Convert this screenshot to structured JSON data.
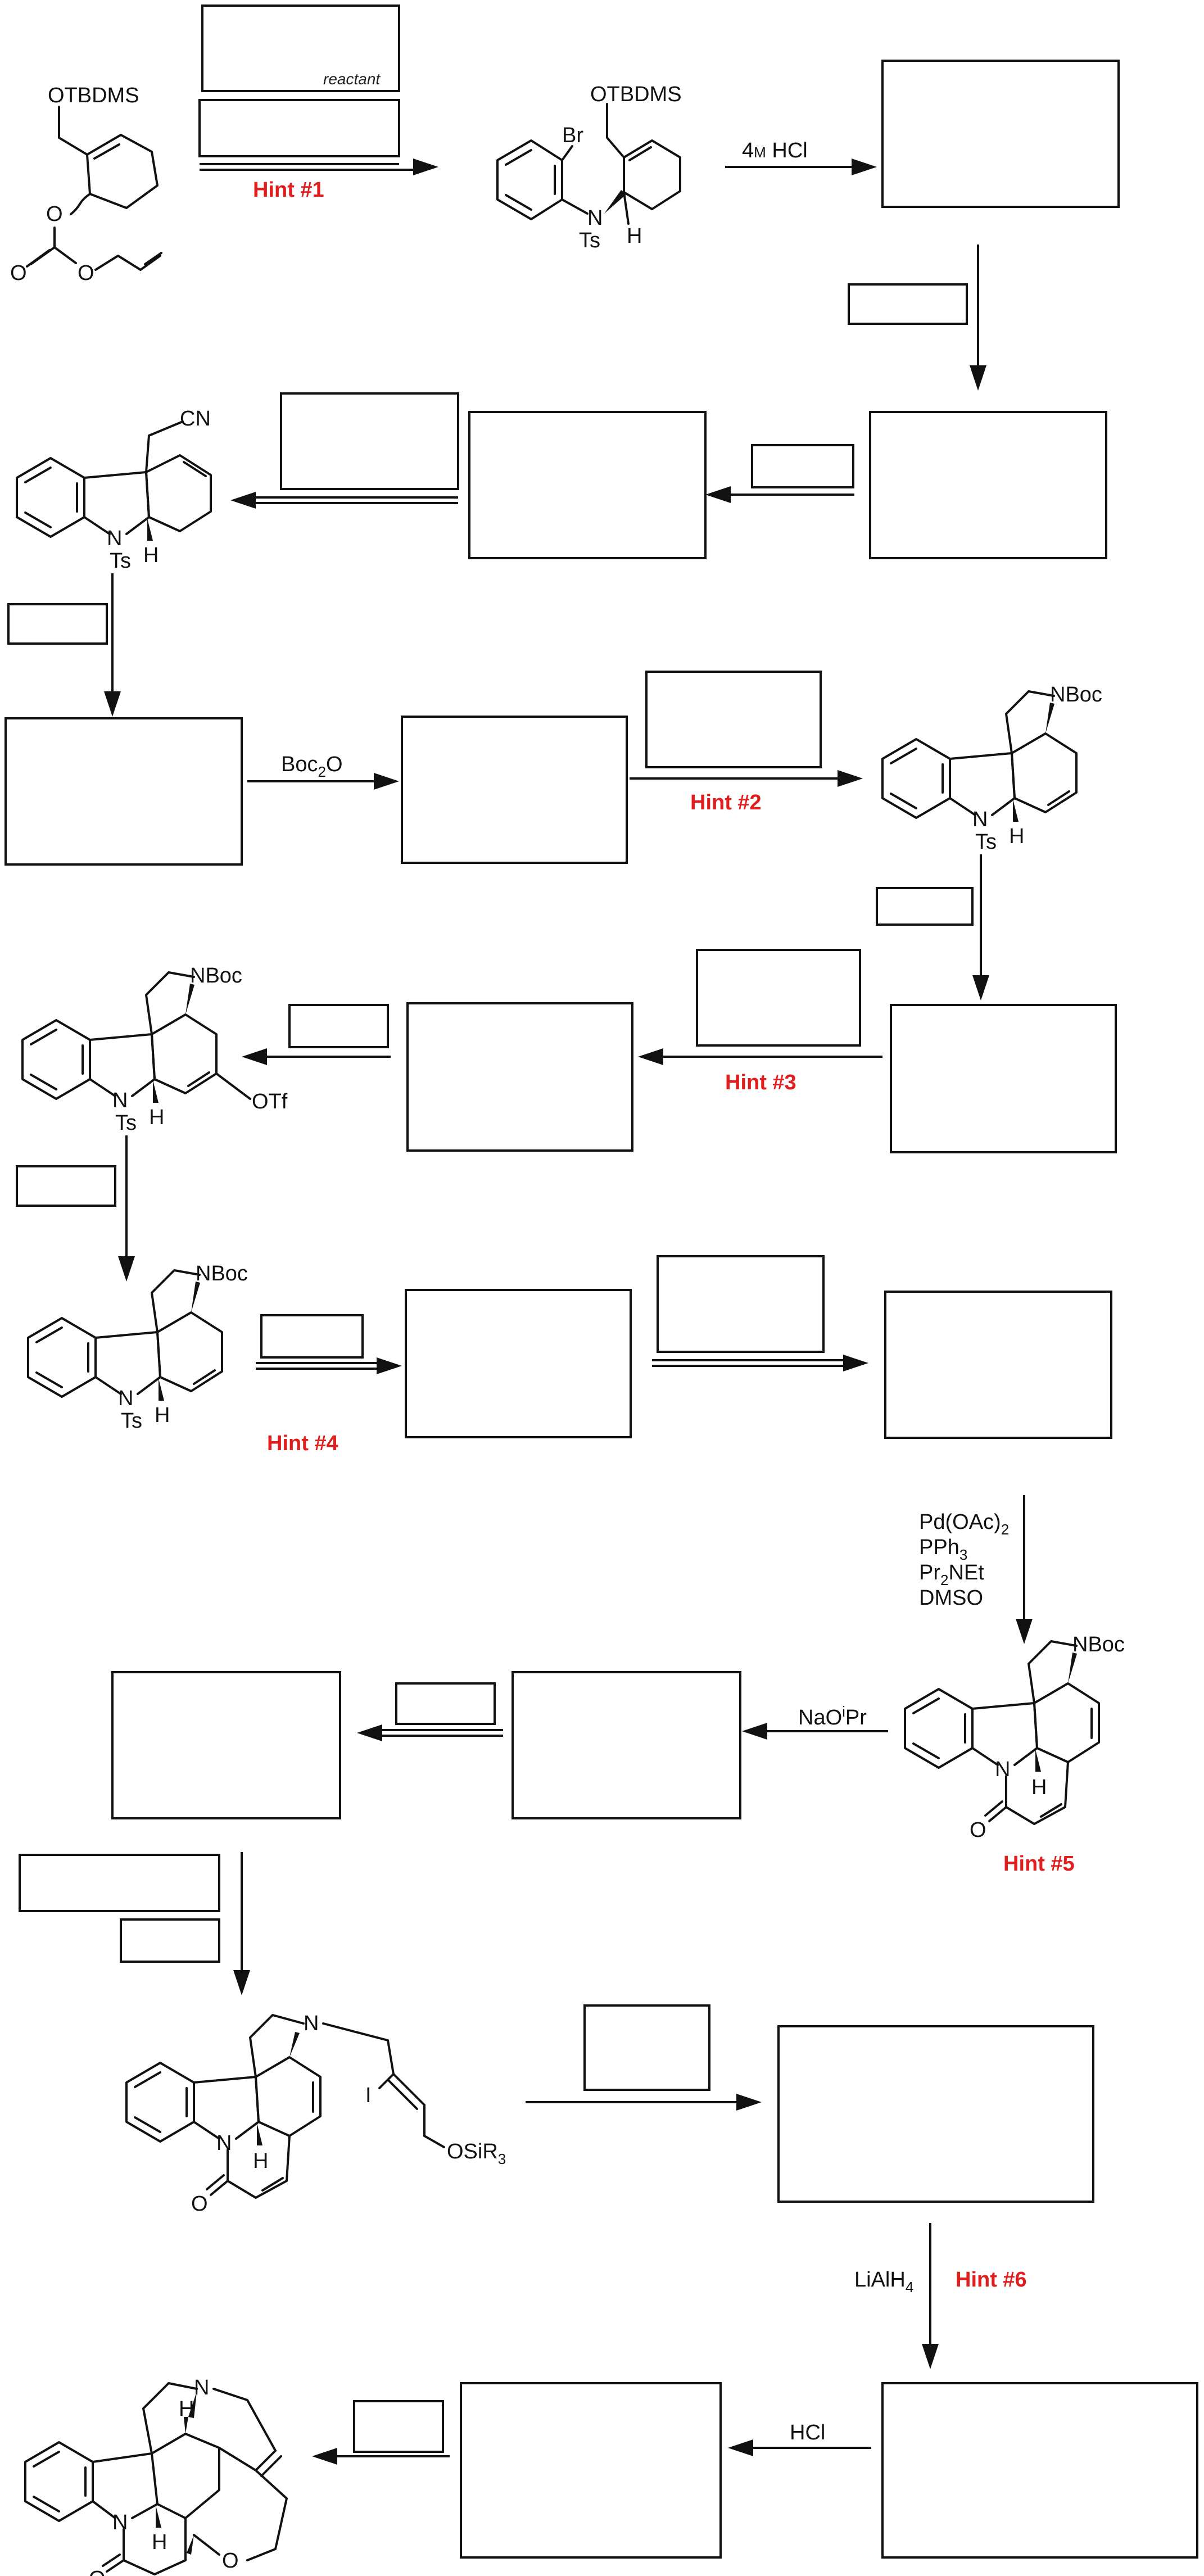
{
  "labels": {
    "reactant": "reactant",
    "otbdms": "OTBDMS",
    "br": "Br",
    "n": "N",
    "h": "H",
    "ts": "Ts",
    "hcl_4m_a": "4",
    "hcl_4m_b": "M",
    "hcl_4m_c": " HCl",
    "cn": "CN",
    "boc2o_a": "Boc",
    "boc2o_b": "2",
    "boc2o_c": "O",
    "nboc": "NBoc",
    "otf": "OTf",
    "pd_a": "Pd(OAc)",
    "pd_b": "2",
    "pph_a": "PPh",
    "pph_b": "3",
    "pr_a": "Pr",
    "pr_b": "2",
    "pr_c": "NEt",
    "dmso": "DMSO",
    "naoipr_a": "NaO",
    "naoipr_b": "i",
    "naoipr_c": "Pr",
    "i": "I",
    "osir3_a": "OSiR",
    "osir3_b": "3",
    "lialh4_a": "LiAlH",
    "lialh4_b": "4",
    "hcl": "HCl",
    "o": "O"
  },
  "hints": {
    "h1": "Hint #1",
    "h2": "Hint #2",
    "h3": "Hint #3",
    "h4": "Hint #4",
    "h5": "Hint #5",
    "h6": "Hint #6"
  },
  "colors": {
    "hint": "#e01e1e",
    "line": "#111111"
  }
}
